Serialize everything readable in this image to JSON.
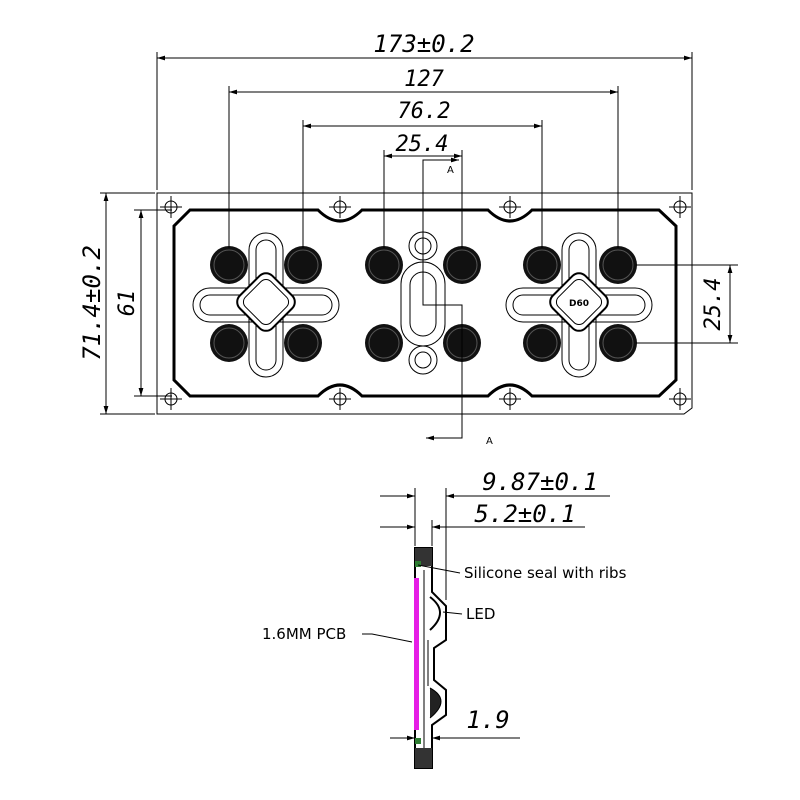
{
  "top_view": {
    "overall_width": "173±0.2",
    "width_127": "127",
    "width_76_2": "76.2",
    "width_25_4": "25.4",
    "overall_height": "71.4±0.2",
    "inner_height": "61",
    "led_pitch": "25.4",
    "section_mark_top": "A",
    "section_mark_bottom": "A",
    "lens_marking": "D60"
  },
  "section_view": {
    "thickness_total": "9.87±0.1",
    "thickness_lens": "5.2±0.1",
    "base_thickness": "1.9",
    "seal_label": "Silicone seal with ribs",
    "led_label": "LED",
    "pcb_label": "1.6MM PCB",
    "colors": {
      "pcb": "#e61ee6",
      "seal": "#2e7d32"
    }
  }
}
